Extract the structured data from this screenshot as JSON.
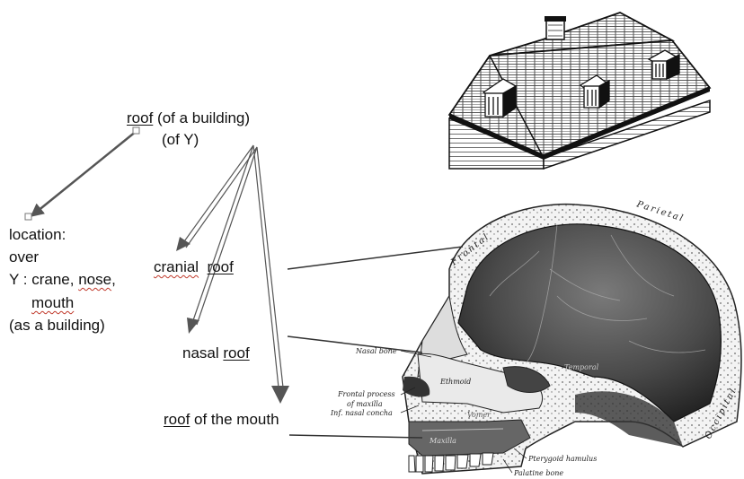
{
  "diagram": {
    "head": {
      "roof": "roof",
      "building": "(of a building)",
      "of_y": "(of Y)"
    },
    "left": {
      "line1": "location:",
      "line2": "over",
      "line3_prefix": "Y : crane, ",
      "line3_nose": "nose",
      "line3_suffix": ",",
      "line4": "mouth",
      "line5": "(as a building)"
    },
    "targets": {
      "cranial": "cranial",
      "cranial_roof": "roof",
      "nasal": "nasal ",
      "nasal_roof": "roof",
      "mouth_roof": "roof",
      "mouth_rest": " of the mouth"
    },
    "skull_labels": {
      "frontal": "Frontal",
      "parietal": "Parietal",
      "occipital": "Occipital",
      "temporal": "Temporal",
      "nasal_bone": "Nasal bone",
      "ethmoid": "Ethmoid",
      "frontal_process_1": "Frontal process",
      "frontal_process_2": "of maxilla",
      "inf_nasal_concha": "Inf. nasal concha",
      "vomer": "Vomer",
      "pterygoid_hamulus": "Pterygoid hamulus",
      "palatine_bone": "Palatine bone",
      "maxilla": "Maxilla"
    }
  },
  "colors": {
    "arrow": "#555555",
    "text": "#111111",
    "wavy": "#c0392b",
    "skull": "#3c3c3c"
  },
  "icons": {
    "building_illustration": "house-roof-illustration",
    "skull_illustration": "skull-sagittal-illustration"
  }
}
